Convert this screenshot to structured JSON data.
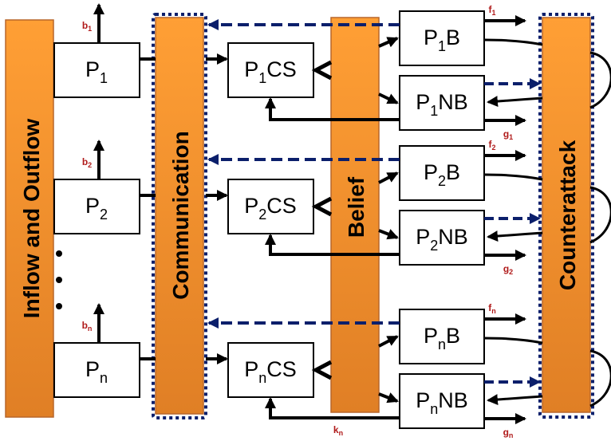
{
  "diagram": {
    "colors": {
      "bar_fill_top": "#FF9F35",
      "bar_fill_bottom": "#E07F25",
      "bar_edge": "#B8672A",
      "dotted_border": "#0B1F6B",
      "feedback_arrow": "#0B1F6B",
      "arrow": "#000000",
      "variable_label": "#B01A1A"
    },
    "bars": {
      "inflow": "Inflow and Outflow",
      "communication": "Communication",
      "belief": "Belief",
      "counterattack": "Counterattack"
    },
    "ellipsis": "• • •",
    "groups": [
      {
        "id": "1",
        "population": {
          "base": "P",
          "sub": "1"
        },
        "cs": {
          "base": "P",
          "sub": "1",
          "suffix": "CS"
        },
        "b": {
          "base": "P",
          "sub": "1",
          "suffix": "B"
        },
        "nb": {
          "base": "P",
          "sub": "1",
          "suffix": "NB"
        },
        "out_label": {
          "base": "b",
          "sub": "1"
        },
        "f_label": {
          "base": "f",
          "sub": "1"
        },
        "g_label": {
          "base": "g",
          "sub": "1"
        }
      },
      {
        "id": "2",
        "population": {
          "base": "P",
          "sub": "2"
        },
        "cs": {
          "base": "P",
          "sub": "2",
          "suffix": "CS"
        },
        "b": {
          "base": "P",
          "sub": "2",
          "suffix": "B"
        },
        "nb": {
          "base": "P",
          "sub": "2",
          "suffix": "NB"
        },
        "out_label": {
          "base": "b",
          "sub": "2"
        },
        "f_label": {
          "base": "f",
          "sub": "2"
        },
        "g_label": {
          "base": "g",
          "sub": "2"
        }
      },
      {
        "id": "n",
        "population": {
          "base": "P",
          "sub": "n"
        },
        "cs": {
          "base": "P",
          "sub": "n",
          "suffix": "CS"
        },
        "b": {
          "base": "P",
          "sub": "n",
          "suffix": "B"
        },
        "nb": {
          "base": "P",
          "sub": "n",
          "suffix": "NB"
        },
        "out_label": {
          "base": "b",
          "sub": "n"
        },
        "f_label": {
          "base": "f",
          "sub": "n"
        },
        "g_label": {
          "base": "g",
          "sub": "n"
        }
      }
    ],
    "k_label": {
      "base": "k",
      "sub": "n"
    }
  }
}
